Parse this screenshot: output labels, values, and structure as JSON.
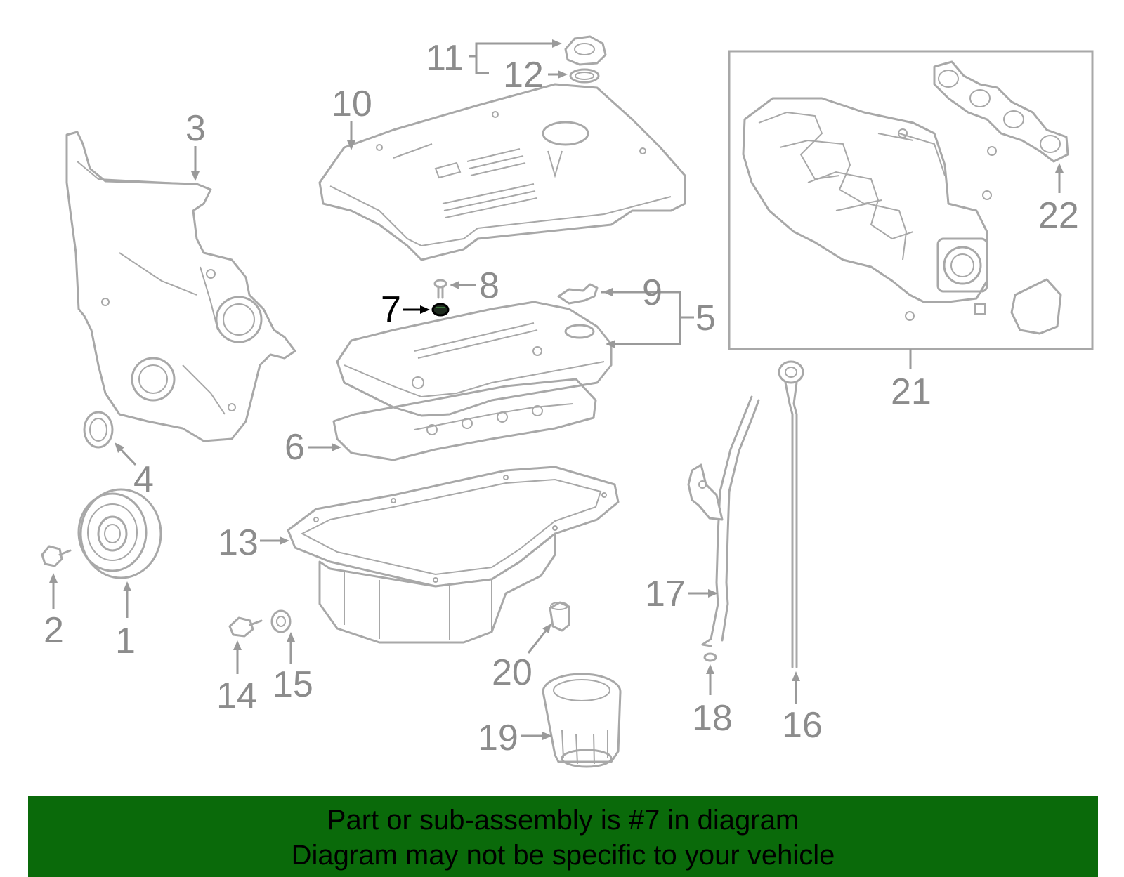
{
  "callouts": {
    "c1": "1",
    "c2": "2",
    "c3": "3",
    "c4": "4",
    "c5": "5",
    "c6": "6",
    "c7": "7",
    "c8": "8",
    "c9": "9",
    "c10": "10",
    "c11": "11",
    "c12": "12",
    "c13": "13",
    "c14": "14",
    "c15": "15",
    "c16": "16",
    "c17": "17",
    "c18": "18",
    "c19": "19",
    "c20": "20",
    "c21": "21",
    "c22": "22"
  },
  "highlighted_part": "7",
  "banner": {
    "line1": "Part or sub-assembly is #7 in diagram",
    "line2": "Diagram may not be specific to your vehicle"
  },
  "colors": {
    "banner_background": "#0a6a0a",
    "part_outline": "#a8a8a8",
    "callout_text": "#8c8c8c",
    "highlight": "#000000"
  }
}
